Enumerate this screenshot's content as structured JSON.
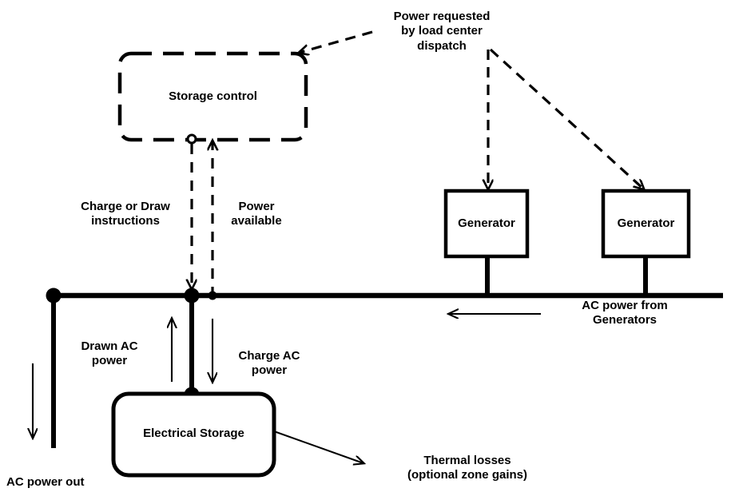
{
  "diagram": {
    "title": "Electrical storage and generator AC power flow diagram",
    "colors": {
      "stroke": "#000000",
      "background": "#ffffff"
    },
    "nodes": {
      "storage_control": "Storage control",
      "generator_1": "Generator",
      "generator_2": "Generator",
      "electrical_storage": "Electrical Storage"
    },
    "labels": {
      "power_requested": "Power requested\nby load center\ndispatch",
      "charge_or_draw": "Charge or Draw\ninstructions",
      "power_available": "Power\navailable",
      "ac_power_from_generators": "AC power from\nGenerators",
      "drawn_ac_power": "Drawn AC\npower",
      "charge_ac_power": "Charge AC\npower",
      "ac_power_out": "AC power out",
      "thermal_losses": "Thermal losses\n(optional zone gains)"
    }
  }
}
